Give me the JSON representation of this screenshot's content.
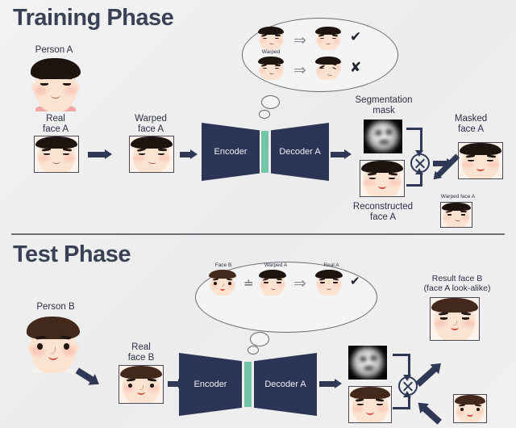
{
  "diagram": {
    "title_training": "Training Phase",
    "title_test": "Test Phase"
  },
  "training": {
    "person_label": "Person A",
    "real_face_label": "Real\nface A",
    "warped_face_label": "Warped\nface A",
    "encoder_label": "Encoder",
    "decoder_label": "Decoder\nA",
    "segmentation_label": "Segmentation\nmask",
    "reconstructed_label": "Reconstructed\nface A",
    "masked_label": "Masked\nface A",
    "warped_small_label": "Warped face A",
    "bubble": {
      "warped_caption": "Warped",
      "implies": "⇒",
      "check_mark": "✔",
      "cross_mark": "✘"
    }
  },
  "test": {
    "person_label": "Person B",
    "real_face_label": "Real\nface B",
    "encoder_label": "Encoder",
    "decoder_label": "Decoder\nA",
    "result_label": "Result face B\n(face A look-alike)",
    "bubble": {
      "face_b_caption": "Face B",
      "warped_a_caption": "Warped A",
      "real_a_caption": "Real A",
      "approx_equal": "≐",
      "implies": "⇒",
      "check_mark": "✔"
    }
  },
  "colors": {
    "background": "#efefef",
    "title": "#3b4155",
    "network_block": "#2c3556",
    "latent_bar": "#72c6a8",
    "arrow": "#2f3956",
    "divider": "#6f6f76",
    "frame": "#4a4a55",
    "skin": "#fbe3d2",
    "hair_a": "#1d1410",
    "hair_b": "#43291c",
    "shirt_a": "#f3a8a8"
  },
  "icons": {
    "multiply": "multiply-operator-icon",
    "thought_bubble": "thought-bubble-icon",
    "arrow_right": "arrow-right-icon",
    "check": "check-icon",
    "cross": "cross-icon"
  }
}
